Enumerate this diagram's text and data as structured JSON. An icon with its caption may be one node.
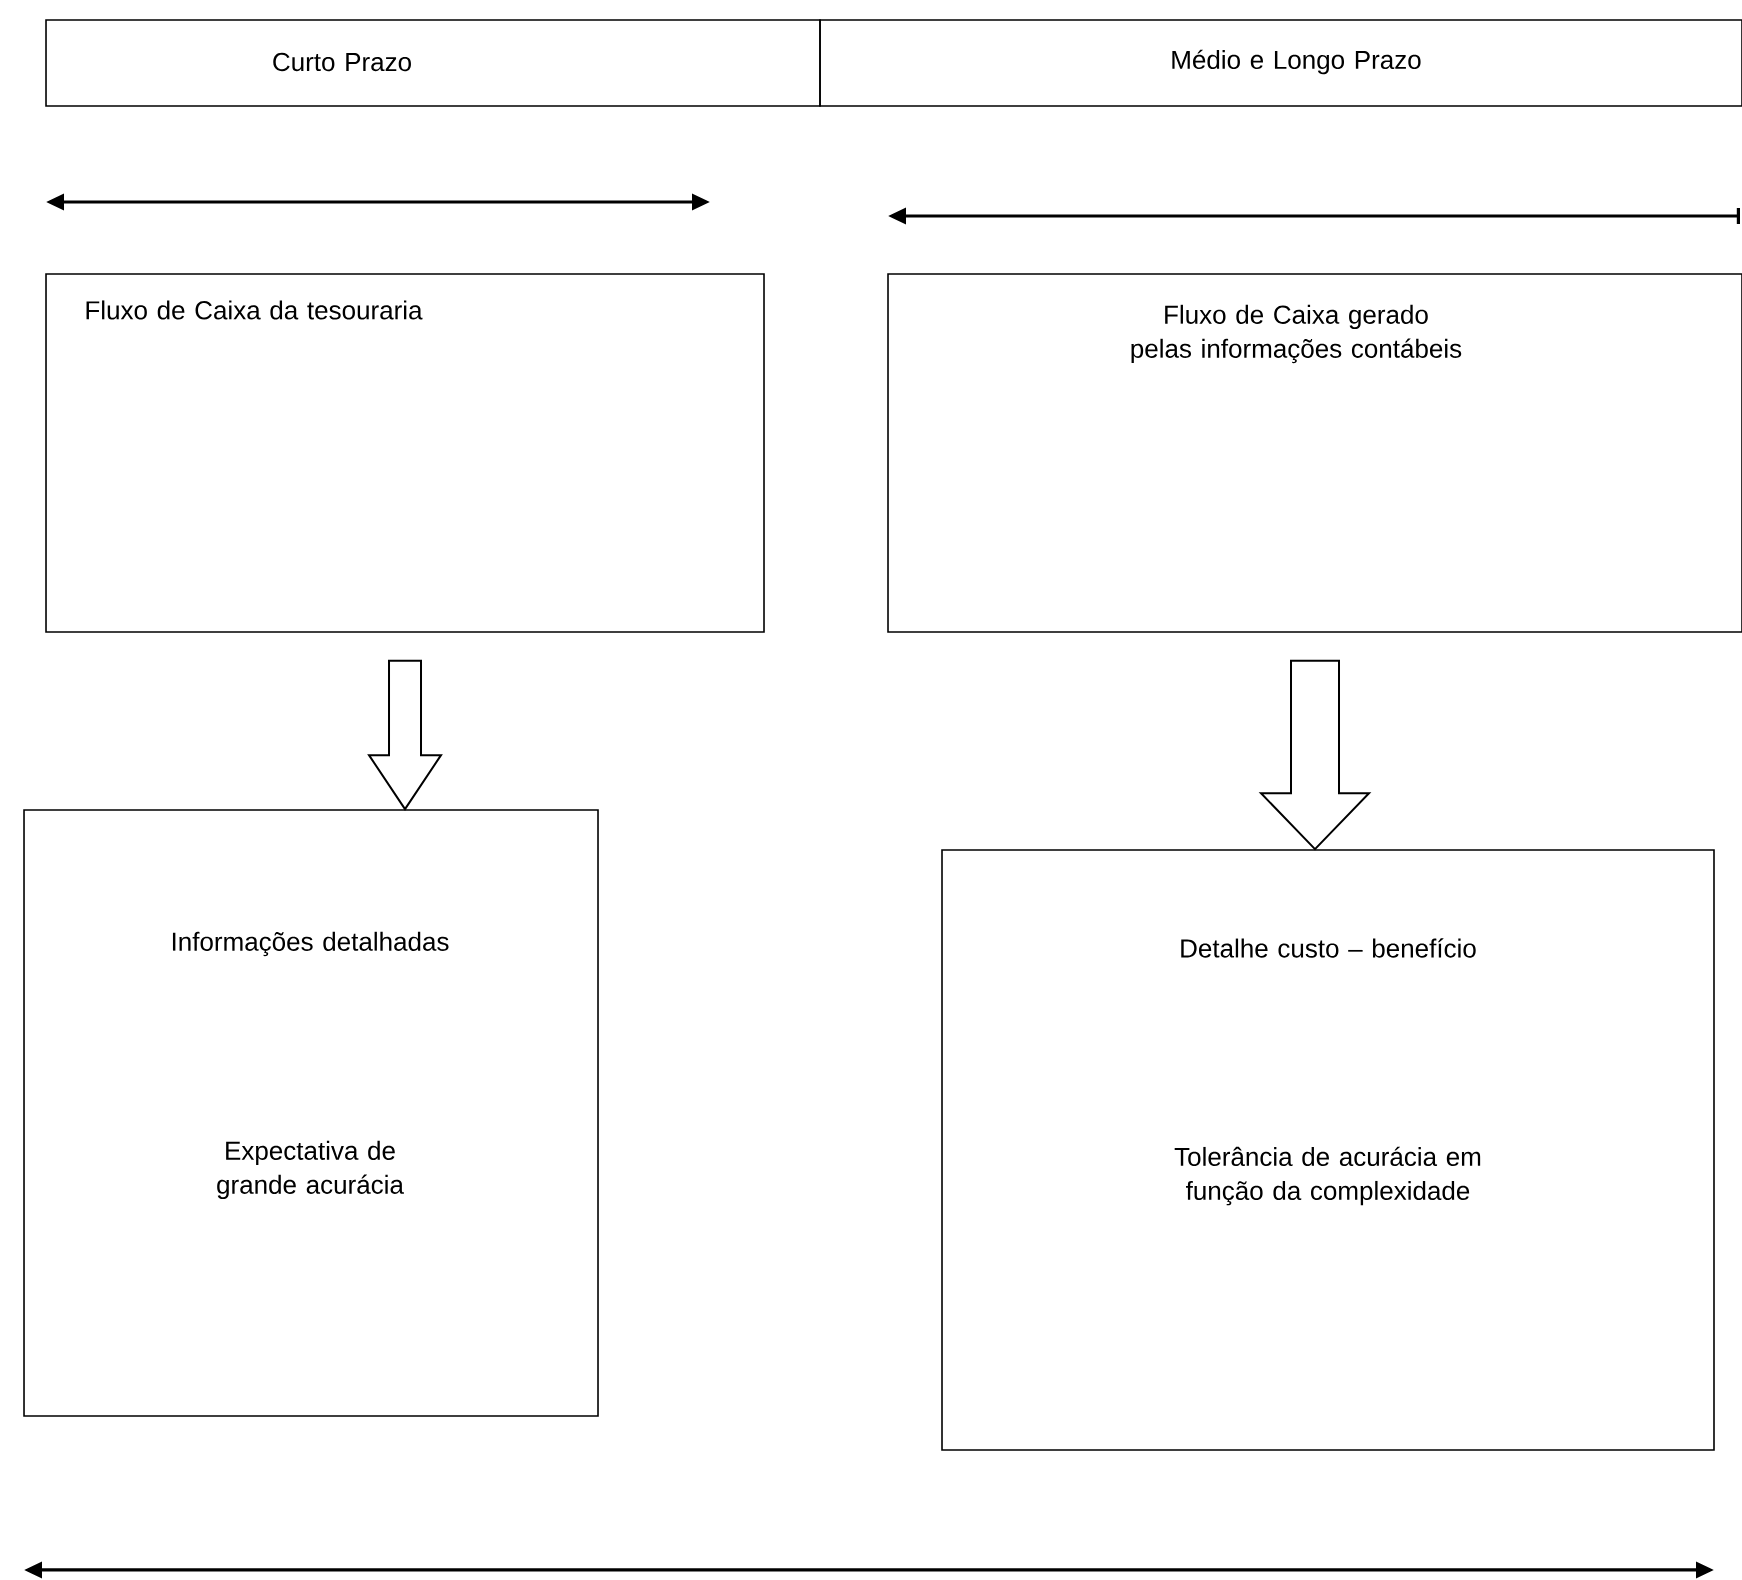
{
  "diagram": {
    "nodes": [
      {
        "text": [
          "Curto Prazo"
        ]
      },
      {
        "text": [
          "Médio e Longo Prazo"
        ]
      },
      {
        "text": [
          "Fluxo de Caixa da tesouraria"
        ]
      },
      {
        "text": [
          "Fluxo de Caixa gerado pelas informações contábeis"
        ]
      },
      {
        "text": [
          "Informações detalhadas",
          "Expectativa de grande acurácia"
        ]
      },
      {
        "text": [
          "Detalhe custo – benefício",
          "Tolerância de acurácia em função da complexidade"
        ]
      }
    ],
    "edges": [
      {
        "from": 2,
        "to": 4,
        "arrow": "to"
      },
      {
        "from": 3,
        "to": 5,
        "arrow": "to"
      }
    ]
  }
}
